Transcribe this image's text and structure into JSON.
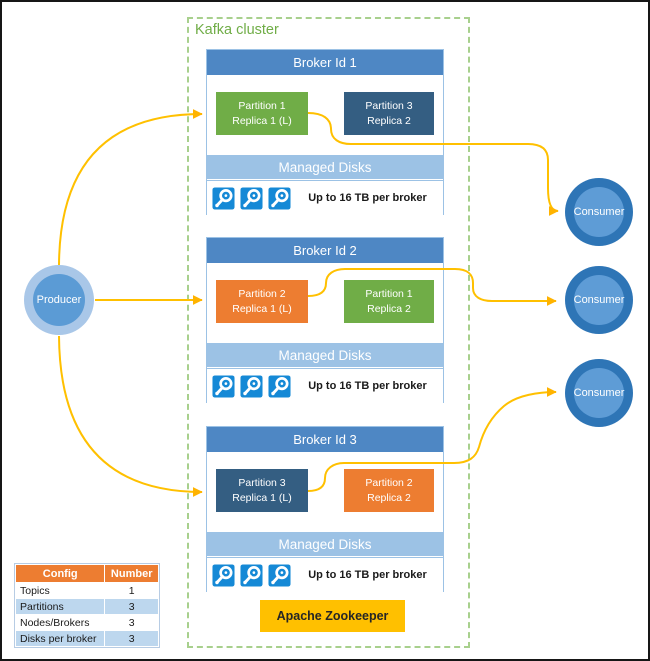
{
  "colors": {
    "frame_border": "#161616",
    "cluster_border": "#a8d08d",
    "kafka_green": "#70ad47",
    "header_blue": "#4e87c4",
    "box_border": "#9cc2e5",
    "bar_blue": "#9cc2e5",
    "green": "#70ad47",
    "dark_blue": "#345e82",
    "orange": "#ed7d31",
    "amber": "#ffc000",
    "disk_blue": "#1589d6",
    "node_blue": "#5b9bd5",
    "producer_ring": "#a9c7e8",
    "consumer_ring": "#2e75b6",
    "consumer_inner": "#5e9cd6",
    "table_alt": "#bdd7ee",
    "arrow": "#ffc000",
    "arrow_head": "#ffb300"
  },
  "cluster": {
    "label": "Kafka cluster"
  },
  "producer": {
    "label": "Producer"
  },
  "consumers": [
    {
      "label": "Consumer"
    },
    {
      "label": "Consumer"
    },
    {
      "label": "Consumer"
    }
  ],
  "brokers": [
    {
      "title": "Broker Id 1",
      "partitions": [
        {
          "line1": "Partition 1",
          "line2": "Replica 1 (L)",
          "color": "#70ad47"
        },
        {
          "line1": "Partition 3",
          "line2": "Replica 2",
          "color": "#345e82"
        }
      ],
      "managed_disks_label": "Managed Disks",
      "capacity_note": "Up to 16 TB per broker",
      "disk_count": 3
    },
    {
      "title": "Broker Id 2",
      "partitions": [
        {
          "line1": "Partition 2",
          "line2": "Replica 1 (L)",
          "color": "#ed7d31"
        },
        {
          "line1": "Partition 1",
          "line2": "Replica 2",
          "color": "#70ad47"
        }
      ],
      "managed_disks_label": "Managed Disks",
      "capacity_note": "Up to 16 TB per broker",
      "disk_count": 3
    },
    {
      "title": "Broker Id 3",
      "partitions": [
        {
          "line1": "Partition 3",
          "line2": "Replica 1 (L)",
          "color": "#345e82"
        },
        {
          "line1": "Partition 2",
          "line2": "Replica 2",
          "color": "#ed7d31"
        }
      ],
      "managed_disks_label": "Managed Disks",
      "capacity_note": "Up to 16 TB per broker",
      "disk_count": 3
    }
  ],
  "zookeeper": {
    "label": "Apache Zookeeper"
  },
  "config_table": {
    "headers": [
      "Config",
      "Number"
    ],
    "rows": [
      {
        "label": "Topics",
        "value": "1"
      },
      {
        "label": "Partitions",
        "value": "3"
      },
      {
        "label": "Nodes/Brokers",
        "value": "3"
      },
      {
        "label": "Disks per broker",
        "value": "3"
      }
    ]
  },
  "icons": {
    "managed_disk_icon": "managed-disk"
  }
}
